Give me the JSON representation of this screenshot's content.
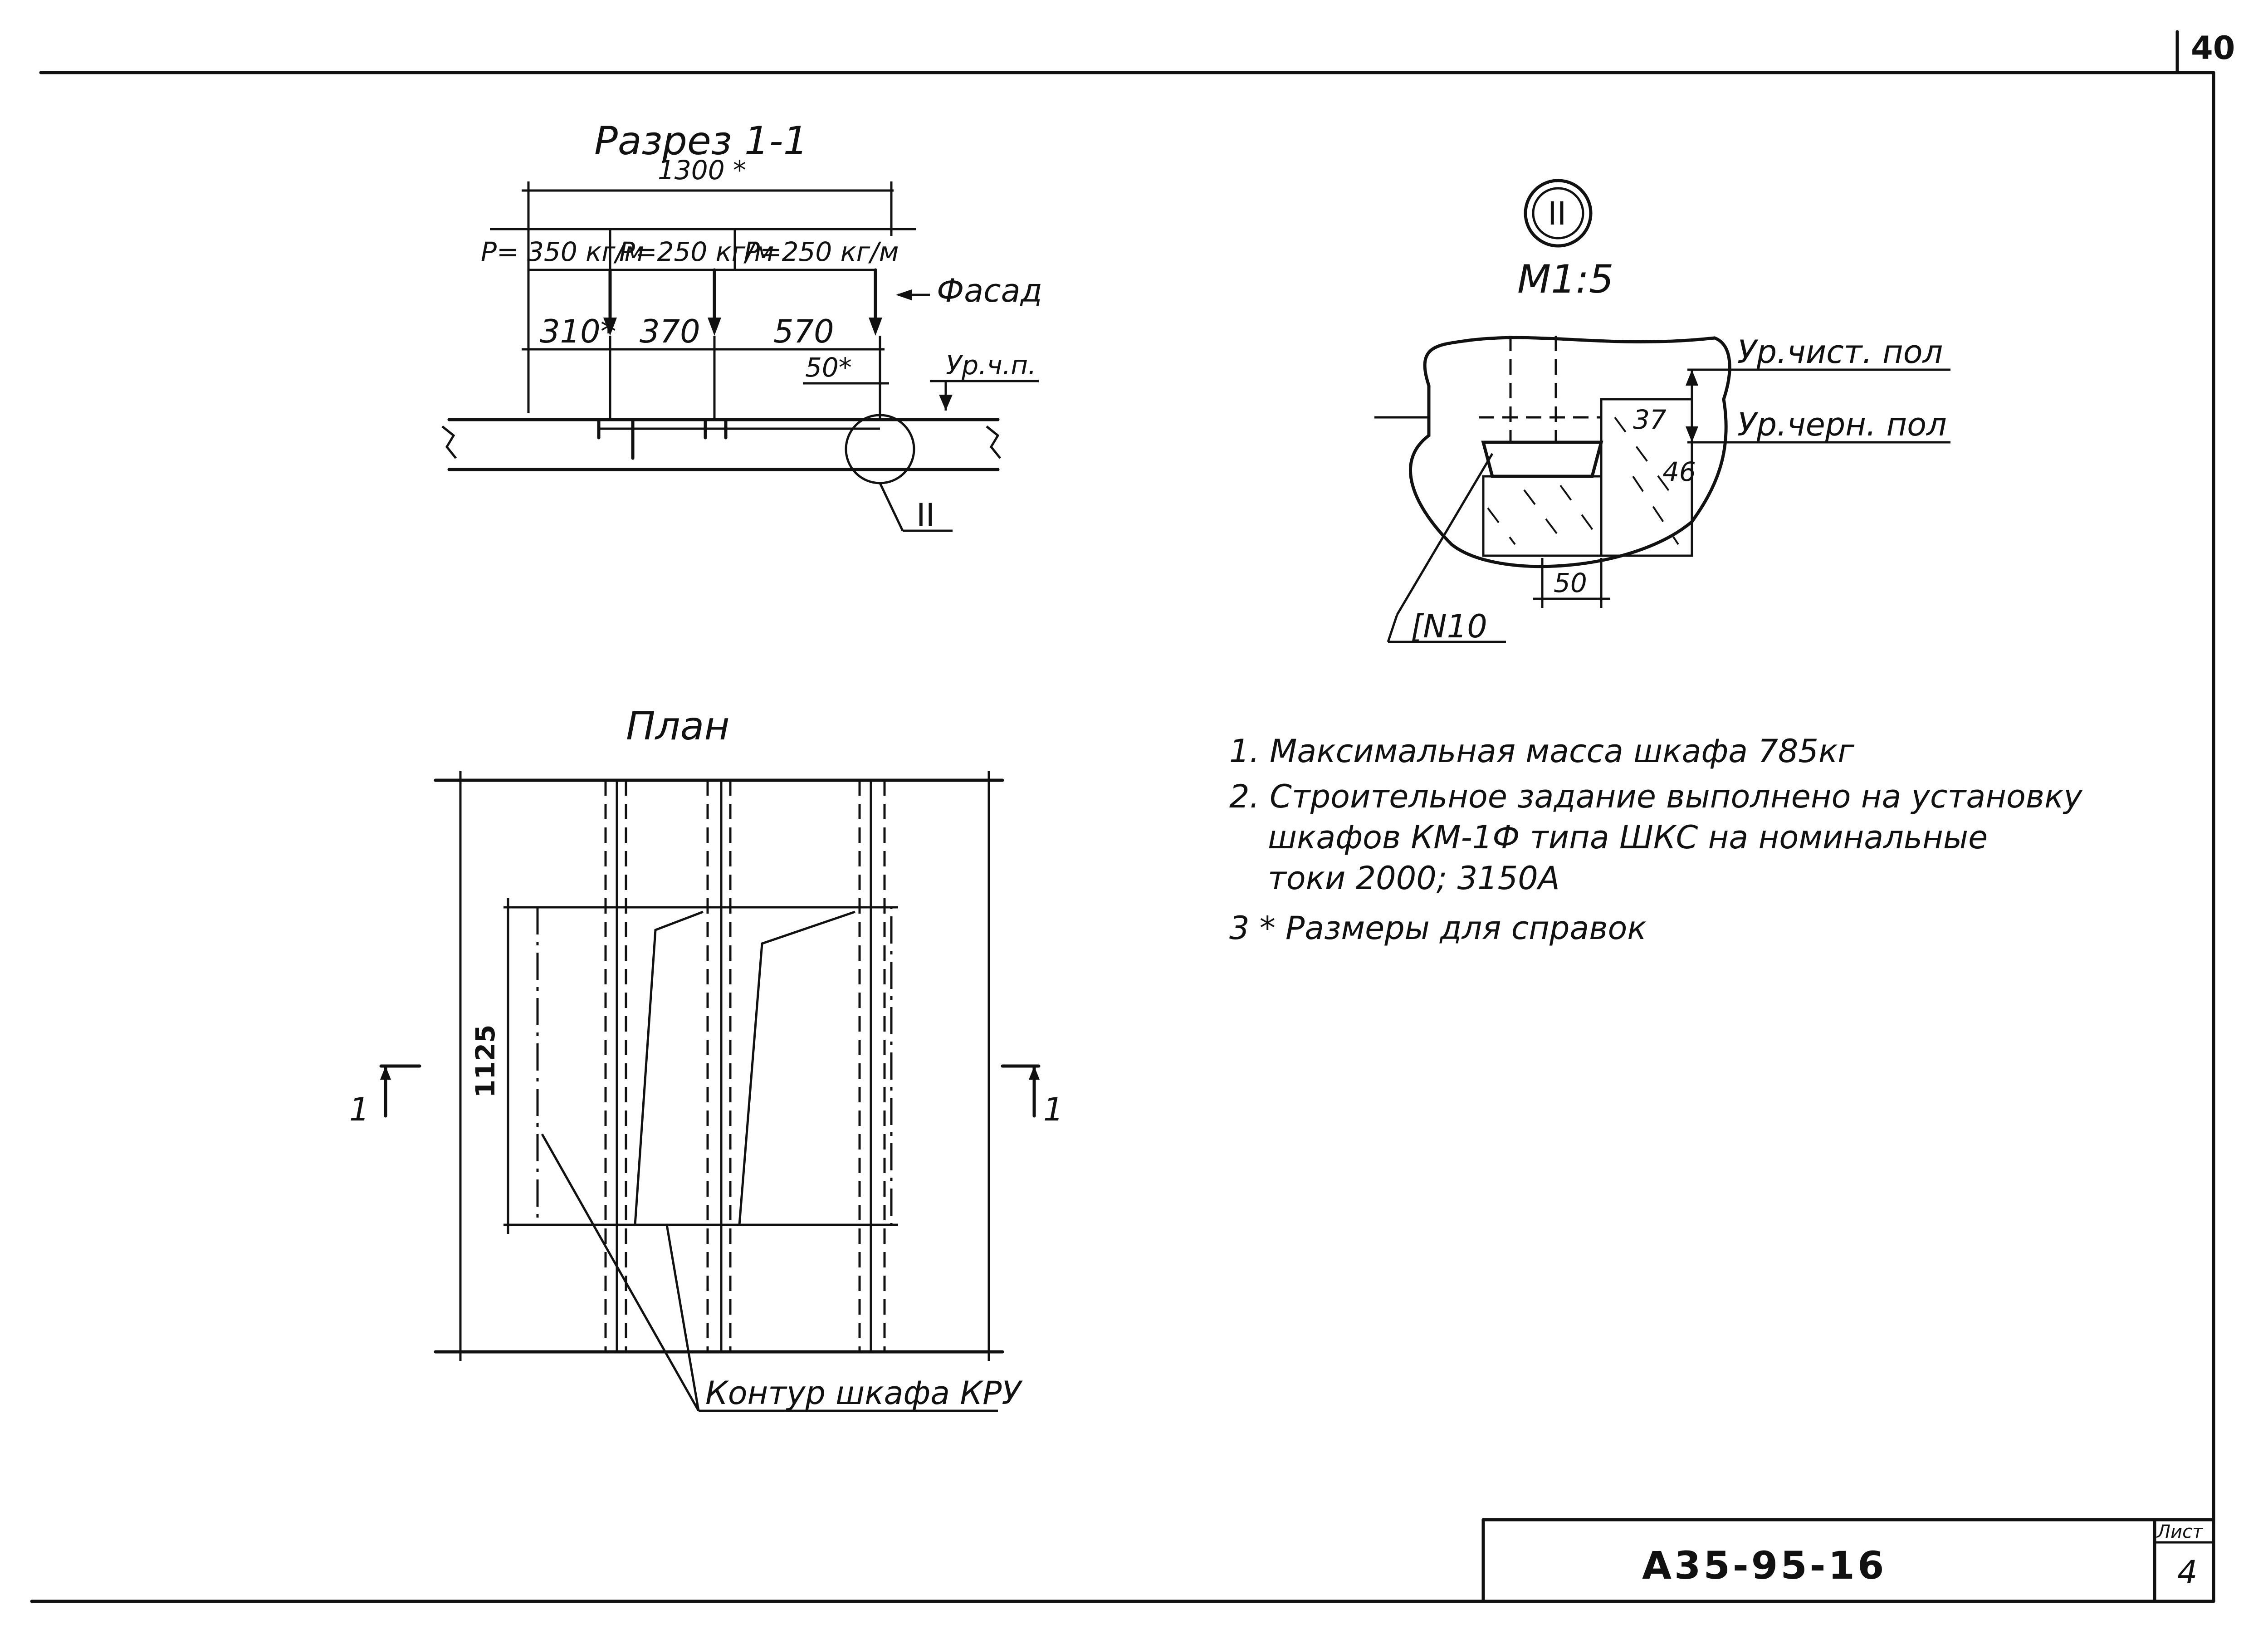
{
  "sheet": {
    "page_number": "40",
    "doc_code": "А35-95-16",
    "list_label": "Лист",
    "list_number": "4"
  },
  "section": {
    "title": "Разрез 1-1",
    "overall_dim": "1300 *",
    "loads": [
      "P= 350 кг/м",
      "P=250 кг/м",
      "P=250 кг/м"
    ],
    "dims": [
      "310*",
      "370",
      "570"
    ],
    "small_dim": "50*",
    "facade_label": "Фасад",
    "floor_level_label": "Ур.ч.п.",
    "callout": "II"
  },
  "detail": {
    "marker": "II",
    "scale": "М1:5",
    "clean_floor_label": "Ур.чист. пол",
    "rough_floor_label": "Ур.черн. пол",
    "dim_37": "37",
    "dim_46": "46",
    "dim_50": "50",
    "channel_label": "[N10"
  },
  "plan": {
    "title": "План",
    "section_mark_left": "1",
    "section_mark_right": "1",
    "dim_1125": "1125",
    "contour_label": "Контур шкафа КРУ"
  },
  "notes": [
    "1. Максимальная масса шкафа 785кг",
    "2. Строительное задание выполнено на установку",
    "шкафов КМ-1Ф типа ШКС на номинальные",
    "токи 2000; 3150А",
    "3 * Размеры для справок"
  ]
}
